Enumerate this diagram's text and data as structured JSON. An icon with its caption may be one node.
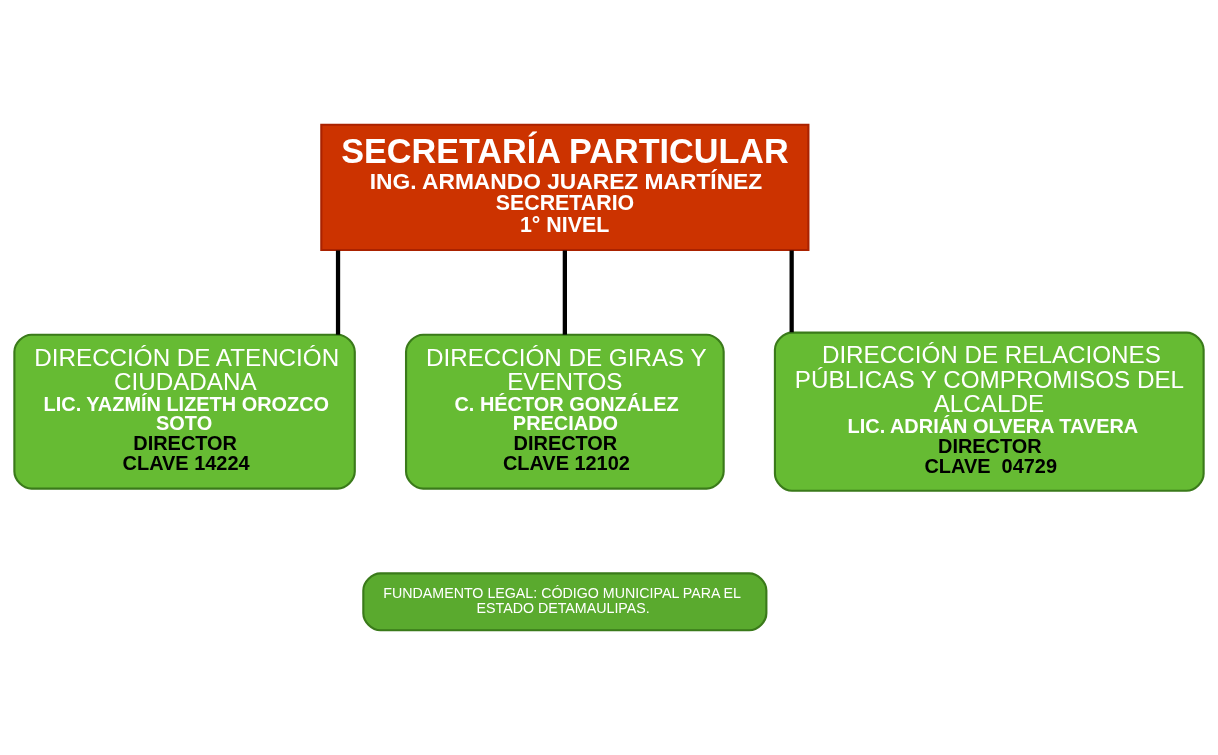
{
  "diagram": {
    "nodes": [
      {
        "text": [
          "SECRETARÍA PARTICULAR",
          "ING. ARMANDO JUAREZ MARTÍNEZ",
          "SECRETARIO",
          "1° NIVEL"
        ]
      },
      {
        "text": [
          "DIRECCIÓN DE ATENCIÓN CIUDADANA",
          "LIC. YAZMÍN LIZETH OROZCO SOTO",
          "DIRECTOR",
          "CLAVE 14224"
        ]
      },
      {
        "text": [
          "DIRECCIÓN DE GIRAS Y EVENTOS",
          "C. HÉCTOR GONZÁLEZ PRECIADO",
          "DIRECTOR",
          "CLAVE 12102"
        ]
      },
      {
        "text": [
          "DIRECCIÓN DE RELACIONES PÚBLICAS Y COMPROMISOS DEL ALCALDE",
          "LIC. ADRIÁN OLVERA TAVERA",
          "DIRECTOR",
          "CLAVE  04729"
        ]
      },
      {
        "text": [
          "FUNDAMENTO LEGAL: CÓDIGO MUNICIPAL PARA EL ESTADO DETAMAULIPAS."
        ]
      }
    ],
    "edges": [
      {
        "from": 0,
        "to": 1,
        "arrow": "none"
      },
      {
        "from": 0,
        "to": 2,
        "arrow": "none"
      },
      {
        "from": 0,
        "to": 3,
        "arrow": "none"
      }
    ]
  }
}
